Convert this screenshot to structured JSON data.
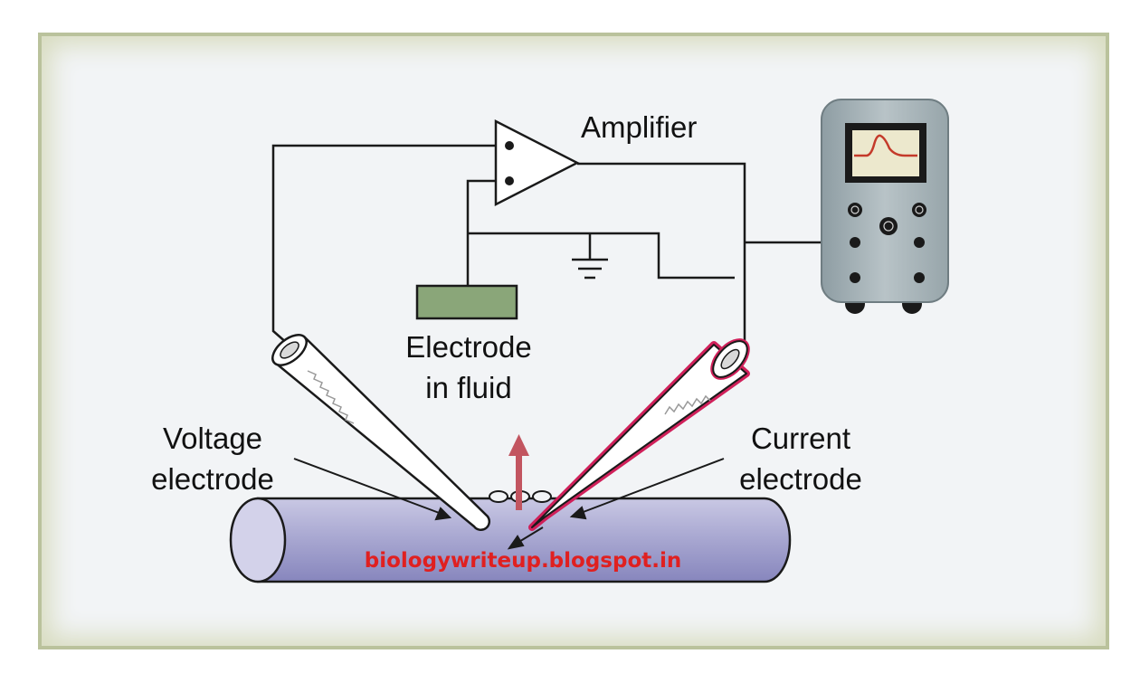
{
  "labels": {
    "amplifier": "Amplifier",
    "electrode_in_fluid_line1": "Electrode",
    "electrode_in_fluid_line2": "in fluid",
    "voltage_electrode_line1": "Voltage",
    "voltage_electrode_line2": "electrode",
    "current_electrode_line1": "Current",
    "current_electrode_line2": "electrode"
  },
  "watermark": "biologywriteup.blogspot.in",
  "colors": {
    "frame_border": "#bac29c",
    "background": "#f2f4f6",
    "axon_fill": "#a7a6d0",
    "fluid_electrode": "#8aa679",
    "oscilloscope_body": "#a5b1b5",
    "current_electrode_highlight": "#d0205a",
    "ion_flow_arrow": "#c25560",
    "watermark": "#e02020"
  },
  "icons": {
    "amplifier": "triangle-amplifier-icon",
    "ground": "ground-symbol-icon",
    "oscilloscope": "oscilloscope-icon",
    "ion_flow": "up-arrow-icon"
  }
}
